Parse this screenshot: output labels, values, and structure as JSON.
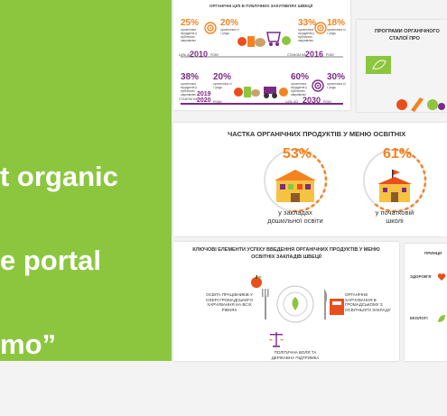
{
  "hero": {
    "line1": "t organic",
    "line2": "e portal",
    "line3": "mo”"
  },
  "panel_top": {
    "title": "ОРГАНІЧНІ ЦІЛІ В ПУБЛІЧНИХ ЗАКУПІВЛЯХ ШВЕЦІЇ",
    "row1": {
      "a_pct": "25%",
      "b_pct": "20%",
      "c_pct": "33%",
      "d_pct": "18%",
      "a_text": "органічних продуктів у публічних закупівлях",
      "b_text": "органічних с/г угідь",
      "c_text": "органічних продуктів у публічних закупівлях",
      "d_text": "органічних с/г угідь",
      "y1_label": "ЦІЛЬ ДО",
      "y1": "2010",
      "y1_suffix": "РОКУ",
      "y2_label": "СТАНОМ НА",
      "y2": "2016",
      "y2_suffix": "РОКУ"
    },
    "row2": {
      "a_pct": "38%",
      "b_pct": "20%",
      "c_pct": "60%",
      "d_pct": "30%",
      "a_text": "органічних продуктів у публічних закупівлях",
      "b_text": "органічних с/г угідь",
      "c_text": "органічних продуктів у публічних закупівлях",
      "d_text": "органічних с/г угідь",
      "y1_label": "СТАНОМ НА",
      "y1a": "2019",
      "y1b": "2020",
      "y1_suffix": "РОКИ",
      "y2_label": "ЦІЛЬ ДО",
      "y2": "2030",
      "y2_suffix": "РОКУ"
    }
  },
  "panel_right": {
    "title_line1": "ПРОГРАМИ ОРГАНІЧНОГО",
    "title_line2": "СТАЛОЇ ПРО"
  },
  "panel_middle": {
    "title": "ЧАСТКА ОРГАНІЧНИХ ПРОДУКТІВ У МЕНЮ ОСВІТНІХ",
    "left_pct": "53%",
    "left_caption_1": "у закладах",
    "left_caption_2": "дошкільної освіти",
    "right_pct": "61%",
    "right_caption_1": "у початковій",
    "right_caption_2": "школі"
  },
  "panel_bottom": {
    "title_line1": "КЛЮЧОВІ ЕЛЕМЕНТИ УСПІХУ ВВЕДЕННЯ ОРГАНІЧНИХ ПРОДУКТІВ У МЕНЮ",
    "title_line2": "ОСВІТНІХ ЗАКЛАДІВ ШВЕЦІЇ",
    "left_text": "ОСВІТА ПРАЦІВНИКІВ У СФЕРІ ГРОМАДСЬКОГО ХАРЧУВАННЯ НА ВСІХ РІВНЯХ",
    "right_text": "ОРГАНІЧНЕ ХАРЧУВАННЯ В ГРОМАДСЬКОМУ З ОСВІТНЬОГО ЗАКЛАДУ",
    "bottom_text": "ПОЛІТИЧНА ВОЛЯ ТА ДЕРЖАВНА ПІДТРИМКА"
  },
  "panel_far_right": {
    "label1": "ПРИНЦИ",
    "label2": "ЗДОРОВ'Я",
    "label3": "ЕКОЛОГІ"
  }
}
